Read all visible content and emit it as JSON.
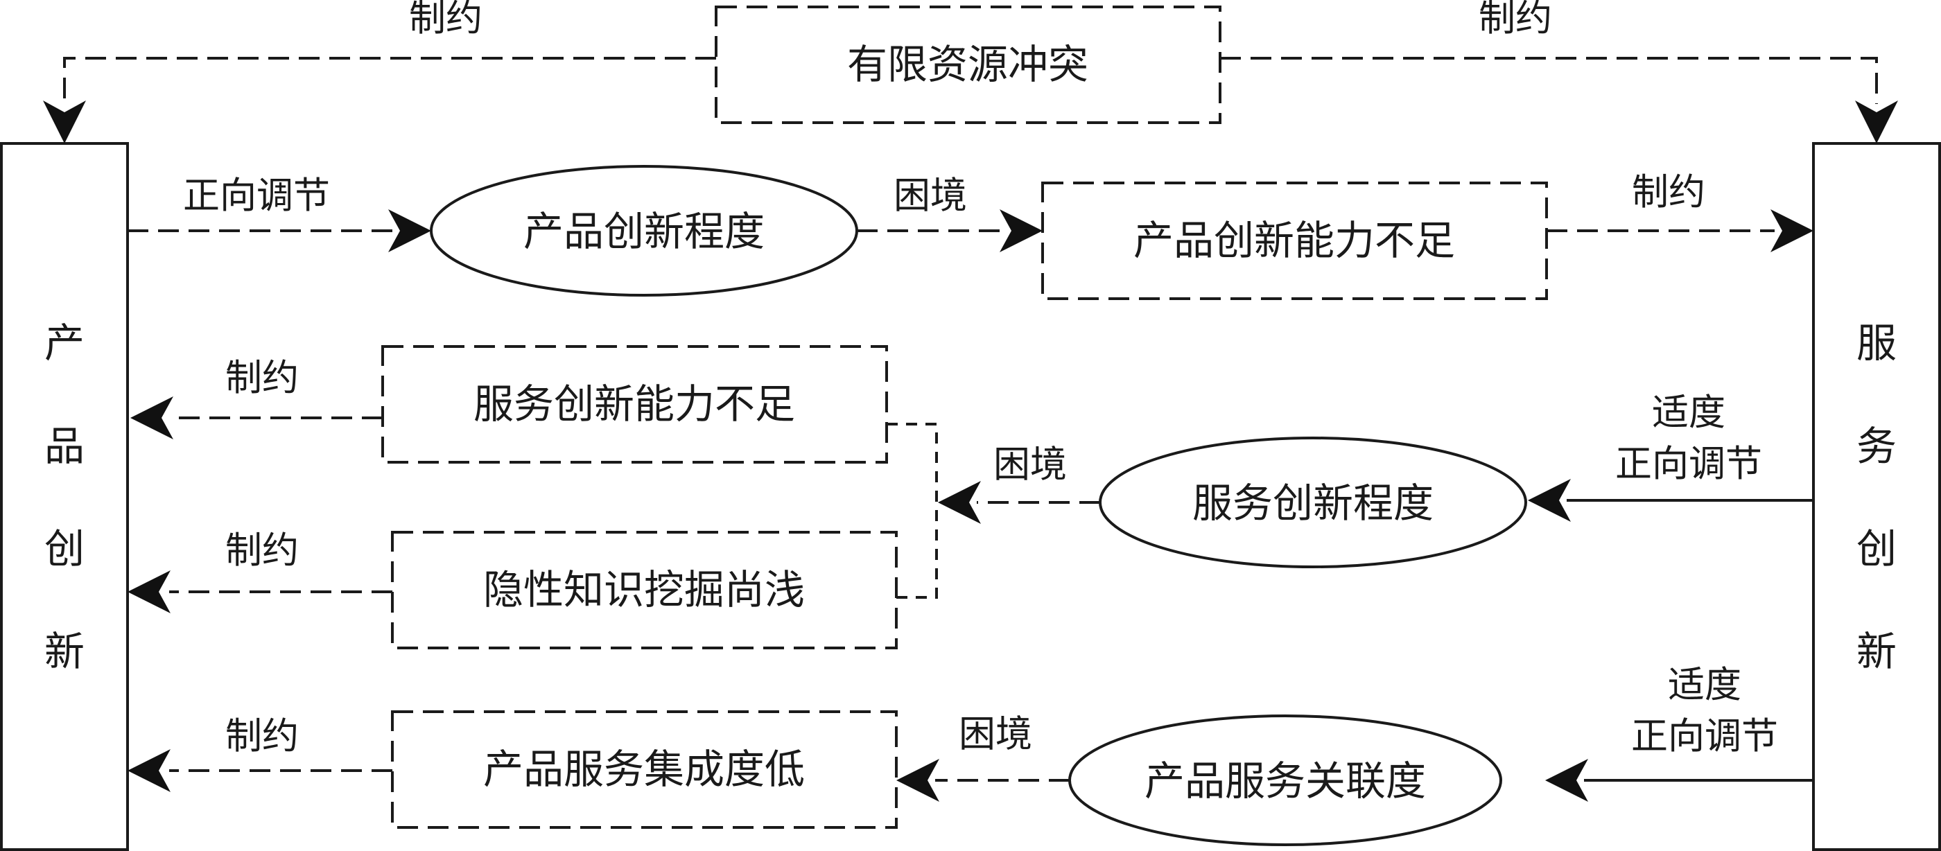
{
  "nodes": {
    "left_column": [
      "产",
      "品",
      "创",
      "新"
    ],
    "right_column": [
      "服",
      "务",
      "创",
      "新"
    ],
    "resource_conflict": "有限资源冲突",
    "product_innovation_degree": "产品创新程度",
    "product_capability_lack": "产品创新能力不足",
    "service_capability_lack": "服务创新能力不足",
    "tacit_knowledge": "隐性知识挖掘尚浅",
    "service_innovation_degree": "服务创新程度",
    "integration_low": "产品服务集成度低",
    "correlation_degree": "产品服务关联度"
  },
  "edges": {
    "constraint": "制约",
    "positive_regulation": "正向调节",
    "dilemma": "困境",
    "moderate": "适度"
  },
  "colors": {
    "stroke": "#1a1a1a",
    "arrowhead": "#111111",
    "background": "#ffffff"
  }
}
